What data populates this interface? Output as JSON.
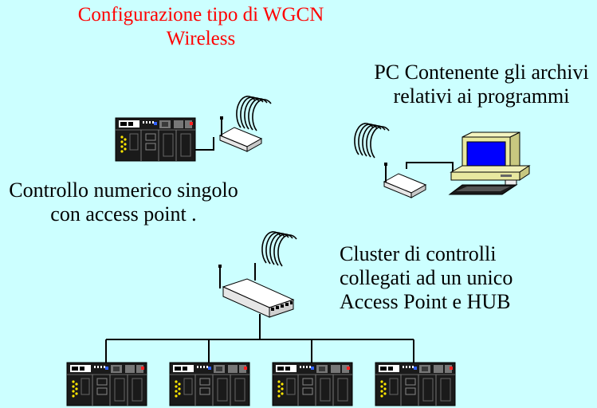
{
  "title": {
    "line1": "Configurazione tipo di WGCN",
    "line2": "Wireless"
  },
  "pc_label": {
    "line1": "PC Contenente gli archivi",
    "line2": "relativi ai programmi"
  },
  "single_label": {
    "line1": "Controllo numerico singolo",
    "line2": "con access point ."
  },
  "cluster_label": {
    "line1": "Cluster di controlli",
    "line2": "collegati ad un unico",
    "line3": "Access Point e HUB"
  },
  "colors": {
    "background": "#CCFFFF",
    "title": "#FF0000",
    "screen": "#0000FF",
    "pc_beige": "#E8E8A0",
    "device_white": "#FFFFFF",
    "cnc_dark": "#1A1A1A",
    "led_yellow": "#FFE800"
  },
  "icons": [
    "cnc-controller-icon",
    "wireless-access-point-icon",
    "radio-waves-icon",
    "desktop-pc-icon",
    "hub-access-point-icon"
  ]
}
